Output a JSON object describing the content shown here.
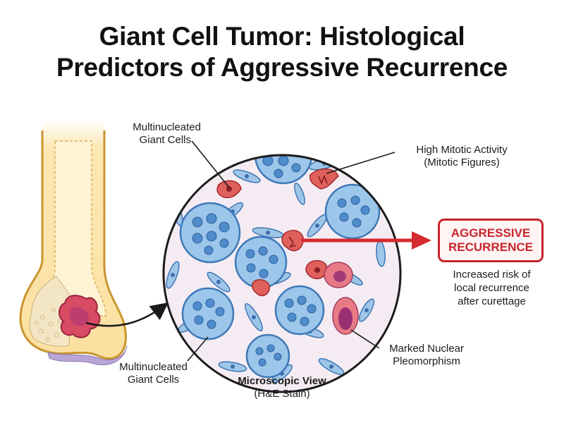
{
  "title": {
    "line1": "Giant Cell Tumor: Histological",
    "line2": "Predictors of Aggressive Recurrence"
  },
  "labels": {
    "giant_cells_top": {
      "line1": "Multinucleated",
      "line2": "Giant Cells"
    },
    "giant_cells_bottom": {
      "line1": "Multinucleated",
      "line2": "Giant Cells"
    },
    "mitotic": {
      "line1": "High Mitotic Activity",
      "line2": "(Mitotic Figures)"
    },
    "pleomorphism": {
      "line1": "Marked Nuclear",
      "line2": "Pleomorphism"
    },
    "microscopic": {
      "line1": "Microscopic View",
      "line2": "(H&E Stain)"
    }
  },
  "callout": {
    "line1": "AGGRESSIVE",
    "line2": "RECURRENCE",
    "color": "#c8252c"
  },
  "risk_note": {
    "line1": "Increased risk of",
    "line2": "local recurrence",
    "line3": "after curettage"
  },
  "colors": {
    "giant_cell_fill": "#9cc6ea",
    "giant_cell_stroke": "#3d78b8",
    "nucleus": "#4f8ccc",
    "stroma": "#f6eef4",
    "mitotic_red": "#e0605c",
    "pleomorphic_purple": "#a23a7a",
    "bone_yellow": "#fbe3a4",
    "tumor_red": "#cf3c55"
  }
}
